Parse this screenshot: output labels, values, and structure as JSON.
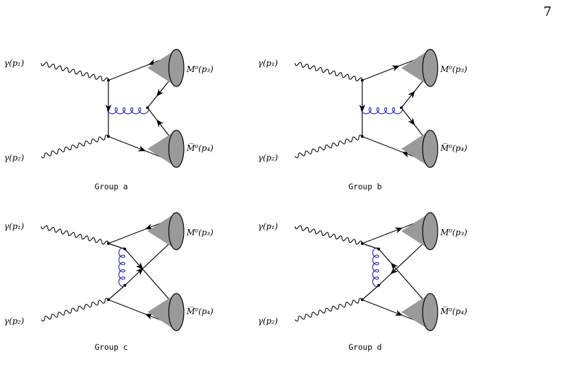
{
  "page": {
    "number": "7"
  },
  "labels": {
    "photon_1": "γ(p₁)",
    "photon_2": "γ(p₂)",
    "meson": "M⁰(p₃)",
    "antimeson": "M̅⁰(p₄)"
  },
  "groups": [
    {
      "id": "a",
      "caption": "Group a"
    },
    {
      "id": "b",
      "caption": "Group b"
    },
    {
      "id": "c",
      "caption": "Group c"
    },
    {
      "id": "d",
      "caption": "Group d"
    }
  ],
  "colors": {
    "line": "#000000",
    "gluon": "#1a1aa8",
    "blob": "#9a9a9a"
  }
}
